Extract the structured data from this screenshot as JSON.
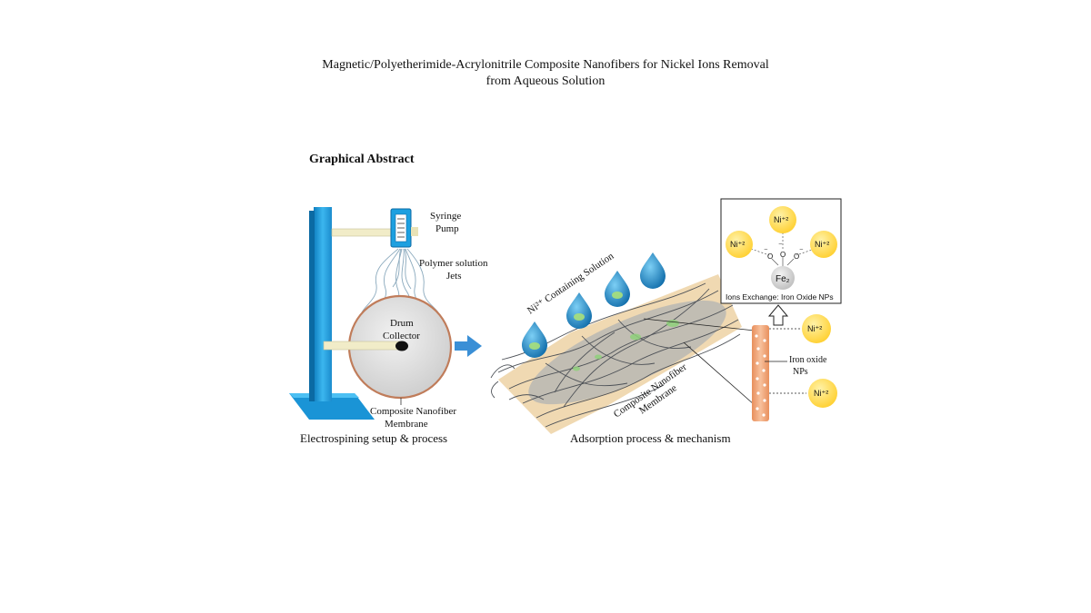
{
  "title_line1": "Magnetic/Polyetherimide-Acrylonitrile Composite Nanofibers for Nickel Ions Removal",
  "title_line2": "from Aqueous Solution",
  "heading": "Graphical Abstract",
  "electrospinning": {
    "syringe_line1": "Syringe",
    "syringe_line2": "Pump",
    "jets_line1": "Polymer solution",
    "jets_line2": "Jets",
    "drum_line1": "Drum",
    "drum_line2": "Collector",
    "membrane_line1": "Composite Nanofiber",
    "membrane_line2": "Membrane",
    "caption": "Electrospining setup & process"
  },
  "adsorption": {
    "solution_label": "Ni²⁺ Containing Solution",
    "membrane_line1": "Composite Nanofiber",
    "membrane_line2": "Membrane",
    "caption": "Adsorption process & mechanism"
  },
  "mechanism": {
    "ni_ion": "Ni⁺²",
    "fe_label": "Fe₂",
    "oxygen": "O",
    "oxygen_minus": "⁻",
    "box_caption": "Ions Exchange: Iron Oxide NPs",
    "iron_line1": "Iron oxide",
    "iron_line2": "NPs"
  },
  "colors": {
    "stand_blue": "#1da0e0",
    "ni_yellow": "#ffd94a",
    "fiber_orange": "#f2a87a",
    "drop_blue": "#1e88c8",
    "mat_tan": "#f0d9b2",
    "arrow_blue": "#3a8fd6"
  }
}
